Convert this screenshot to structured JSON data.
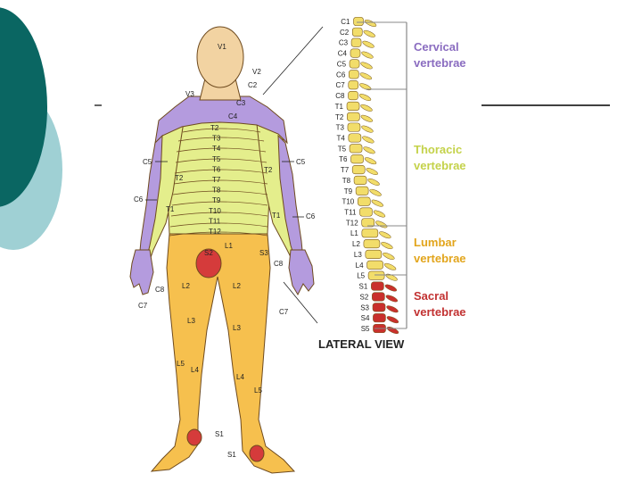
{
  "colors": {
    "slide_dark": "#0a6662",
    "slide_light": "#9fd0d4",
    "cervical": "#b49bde",
    "thoracic": "#e4ee8c",
    "lumbar": "#f6c04e",
    "sacral": "#d53b3b",
    "outline": "#6e4a1e",
    "head": "#f2d3a2"
  },
  "diagram": {
    "title": "LATERAL VIEW",
    "sections": [
      {
        "line1": "Cervical",
        "line2": "vertebrae",
        "color": "#8a6cc0"
      },
      {
        "line1": "Thoracic",
        "line2": "vertebrae",
        "color": "#c4d24a"
      },
      {
        "line1": "Lumbar",
        "line2": "vertebrae",
        "color": "#e2a51c"
      },
      {
        "line1": "Sacral",
        "line2": "vertebrae",
        "color": "#c23232"
      }
    ],
    "spine_labels": [
      "C1",
      "C2",
      "C3",
      "C4",
      "C5",
      "C6",
      "C7",
      "C8",
      "T1",
      "T2",
      "T3",
      "T4",
      "T5",
      "T6",
      "T7",
      "T8",
      "T9",
      "T10",
      "T11",
      "T12",
      "L1",
      "L2",
      "L3",
      "L4",
      "L5",
      "S1",
      "S2",
      "S3",
      "S4",
      "S5"
    ],
    "trunk_labels": [
      "T2",
      "T3",
      "T4",
      "T5",
      "T6",
      "T7",
      "T8",
      "T9",
      "T10",
      "T11",
      "T12"
    ],
    "body_labels": {
      "v1": "V1",
      "v2": "V2",
      "v3": "V3",
      "c2": "C2",
      "c3": "C3",
      "c4": "C4",
      "c5_left": "C5",
      "c5_right": "C5",
      "t2_left": "T2",
      "t2_right": "T2",
      "c6_left": "C6",
      "c6_right": "C6",
      "t1_left": "T1",
      "t1_right": "T1",
      "l1": "L1",
      "s3": "S3",
      "s2": "S2",
      "c8_left": "C8",
      "c8_right": "C8",
      "c7_left": "C7",
      "c7_right": "C7",
      "l2_left": "L2",
      "l2_right": "L2",
      "l3_left": "L3",
      "l3_right": "L3",
      "l4_left": "L4",
      "l4_right": "L4",
      "l5_left": "L5",
      "l5_right": "L5",
      "s1_left": "S1",
      "s1_right": "S1"
    }
  }
}
